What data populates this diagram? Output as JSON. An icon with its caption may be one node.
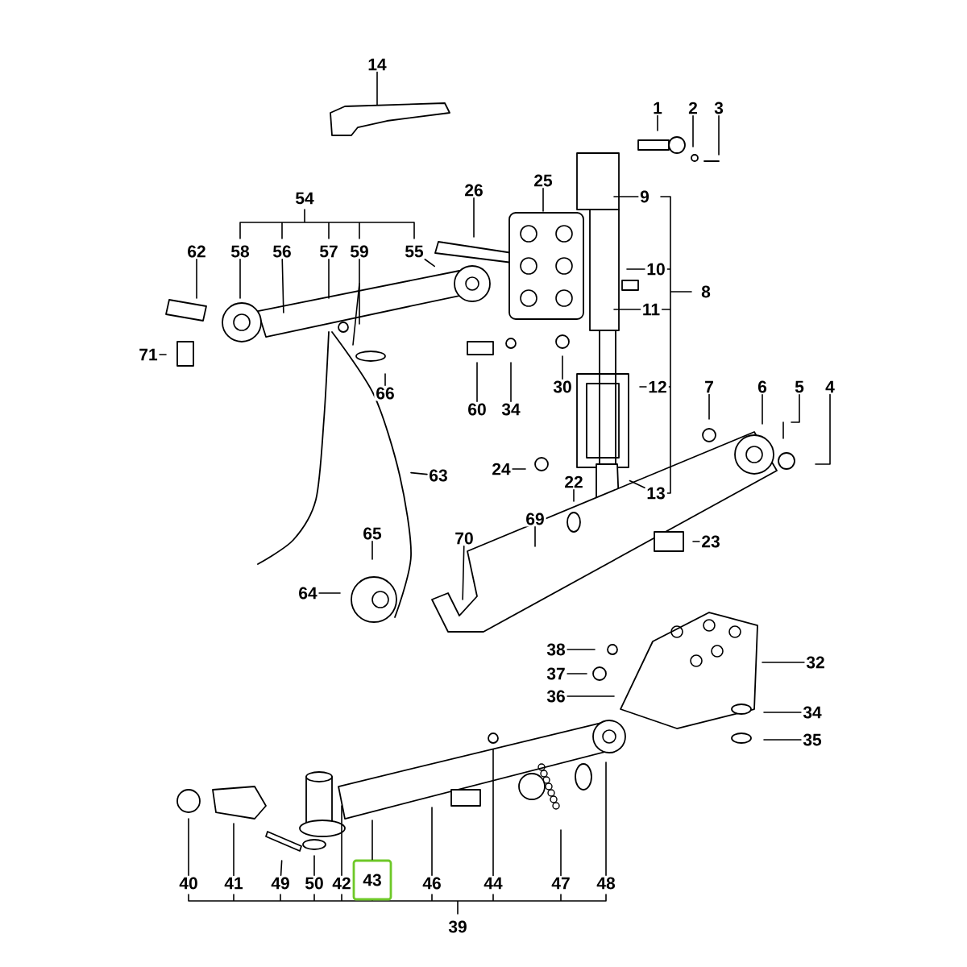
{
  "diagram": {
    "nodes": [
      {
        "text": [
          "14"
        ]
      },
      {
        "text": [
          "1"
        ]
      },
      {
        "text": [
          "2"
        ]
      },
      {
        "text": [
          "3"
        ]
      },
      {
        "text": [
          "54"
        ]
      },
      {
        "text": [
          "26"
        ]
      },
      {
        "text": [
          "25"
        ]
      },
      {
        "text": [
          "9"
        ]
      },
      {
        "text": [
          "62"
        ]
      },
      {
        "text": [
          "58"
        ]
      },
      {
        "text": [
          "56"
        ]
      },
      {
        "text": [
          "57"
        ]
      },
      {
        "text": [
          "59"
        ]
      },
      {
        "text": [
          "55"
        ]
      },
      {
        "text": [
          "10"
        ]
      },
      {
        "text": [
          "8"
        ]
      },
      {
        "text": [
          "11"
        ]
      },
      {
        "text": [
          "71"
        ]
      },
      {
        "text": [
          "66"
        ]
      },
      {
        "text": [
          "60"
        ]
      },
      {
        "text": [
          "34"
        ]
      },
      {
        "text": [
          "30"
        ]
      },
      {
        "text": [
          "12"
        ]
      },
      {
        "text": [
          "7"
        ]
      },
      {
        "text": [
          "6"
        ]
      },
      {
        "text": [
          "5"
        ]
      },
      {
        "text": [
          "4"
        ]
      },
      {
        "text": [
          "24"
        ]
      },
      {
        "text": [
          "22"
        ]
      },
      {
        "text": [
          "63"
        ]
      },
      {
        "text": [
          "13"
        ]
      },
      {
        "text": [
          "69"
        ]
      },
      {
        "text": [
          "23"
        ]
      },
      {
        "text": [
          "70"
        ]
      },
      {
        "text": [
          "65"
        ]
      },
      {
        "text": [
          "64"
        ]
      },
      {
        "text": [
          "38"
        ]
      },
      {
        "text": [
          "32"
        ]
      },
      {
        "text": [
          "37"
        ]
      },
      {
        "text": [
          "36"
        ]
      },
      {
        "text": [
          "34"
        ]
      },
      {
        "text": [
          "35"
        ]
      },
      {
        "text": [
          "40"
        ]
      },
      {
        "text": [
          "41"
        ]
      },
      {
        "text": [
          "49"
        ]
      },
      {
        "text": [
          "50"
        ]
      },
      {
        "text": [
          "42"
        ]
      },
      {
        "text": [
          "43"
        ]
      },
      {
        "text": [
          "46"
        ]
      },
      {
        "text": [
          "44"
        ]
      },
      {
        "text": [
          "47"
        ]
      },
      {
        "text": [
          "48"
        ]
      },
      {
        "text": [
          "39"
        ]
      }
    ],
    "edges": [
      {
        "from": 0,
        "to": null,
        "arrow": "none"
      },
      {
        "from": 1,
        "to": null,
        "arrow": "none"
      },
      {
        "from": 2,
        "to": null,
        "arrow": "none"
      },
      {
        "from": 3,
        "to": null,
        "arrow": "none"
      },
      {
        "from": 5,
        "to": null,
        "arrow": "none"
      },
      {
        "from": 6,
        "to": null,
        "arrow": "none"
      },
      {
        "from": 7,
        "to": null,
        "arrow": "none"
      },
      {
        "from": 8,
        "to": null,
        "arrow": "none"
      },
      {
        "from": 9,
        "to": null,
        "arrow": "none"
      },
      {
        "from": 10,
        "to": null,
        "arrow": "none"
      },
      {
        "from": 11,
        "to": null,
        "arrow": "none"
      },
      {
        "from": 12,
        "to": null,
        "arrow": "none"
      },
      {
        "from": 13,
        "to": null,
        "arrow": "none"
      },
      {
        "from": 14,
        "to": null,
        "arrow": "none"
      },
      {
        "from": 16,
        "to": null,
        "arrow": "none"
      },
      {
        "from": 17,
        "to": null,
        "arrow": "none"
      },
      {
        "from": 18,
        "to": null,
        "arrow": "none"
      },
      {
        "from": 19,
        "to": null,
        "arrow": "none"
      },
      {
        "from": 20,
        "to": null,
        "arrow": "none"
      },
      {
        "from": 21,
        "to": null,
        "arrow": "none"
      },
      {
        "from": 22,
        "to": null,
        "arrow": "none"
      },
      {
        "from": 23,
        "to": null,
        "arrow": "none"
      },
      {
        "from": 24,
        "to": null,
        "arrow": "none"
      },
      {
        "from": 25,
        "to": null,
        "arrow": "none"
      },
      {
        "from": 26,
        "to": null,
        "arrow": "none"
      },
      {
        "from": 27,
        "to": null,
        "arrow": "none"
      },
      {
        "from": 28,
        "to": null,
        "arrow": "none"
      },
      {
        "from": 29,
        "to": null,
        "arrow": "none"
      },
      {
        "from": 30,
        "to": null,
        "arrow": "none"
      },
      {
        "from": 31,
        "to": null,
        "arrow": "none"
      },
      {
        "from": 32,
        "to": null,
        "arrow": "none"
      },
      {
        "from": 33,
        "to": null,
        "arrow": "none"
      },
      {
        "from": 34,
        "to": null,
        "arrow": "none"
      },
      {
        "from": 35,
        "to": null,
        "arrow": "none"
      },
      {
        "from": 36,
        "to": null,
        "arrow": "none"
      },
      {
        "from": 37,
        "to": null,
        "arrow": "none"
      },
      {
        "from": 38,
        "to": null,
        "arrow": "none"
      },
      {
        "from": 39,
        "to": null,
        "arrow": "none"
      },
      {
        "from": 40,
        "to": null,
        "arrow": "none"
      },
      {
        "from": 41,
        "to": null,
        "arrow": "none"
      },
      {
        "from": 42,
        "to": null,
        "arrow": "none"
      },
      {
        "from": 43,
        "to": null,
        "arrow": "none"
      },
      {
        "from": 44,
        "to": null,
        "arrow": "none"
      },
      {
        "from": 45,
        "to": null,
        "arrow": "none"
      },
      {
        "from": 46,
        "to": null,
        "arrow": "none"
      },
      {
        "from": 47,
        "to": null,
        "arrow": "none"
      },
      {
        "from": 48,
        "to": null,
        "arrow": "none"
      },
      {
        "from": 49,
        "to": null,
        "arrow": "none"
      },
      {
        "from": 50,
        "to": null,
        "arrow": "none"
      },
      {
        "from": 51,
        "to": null,
        "arrow": "none"
      }
    ]
  }
}
